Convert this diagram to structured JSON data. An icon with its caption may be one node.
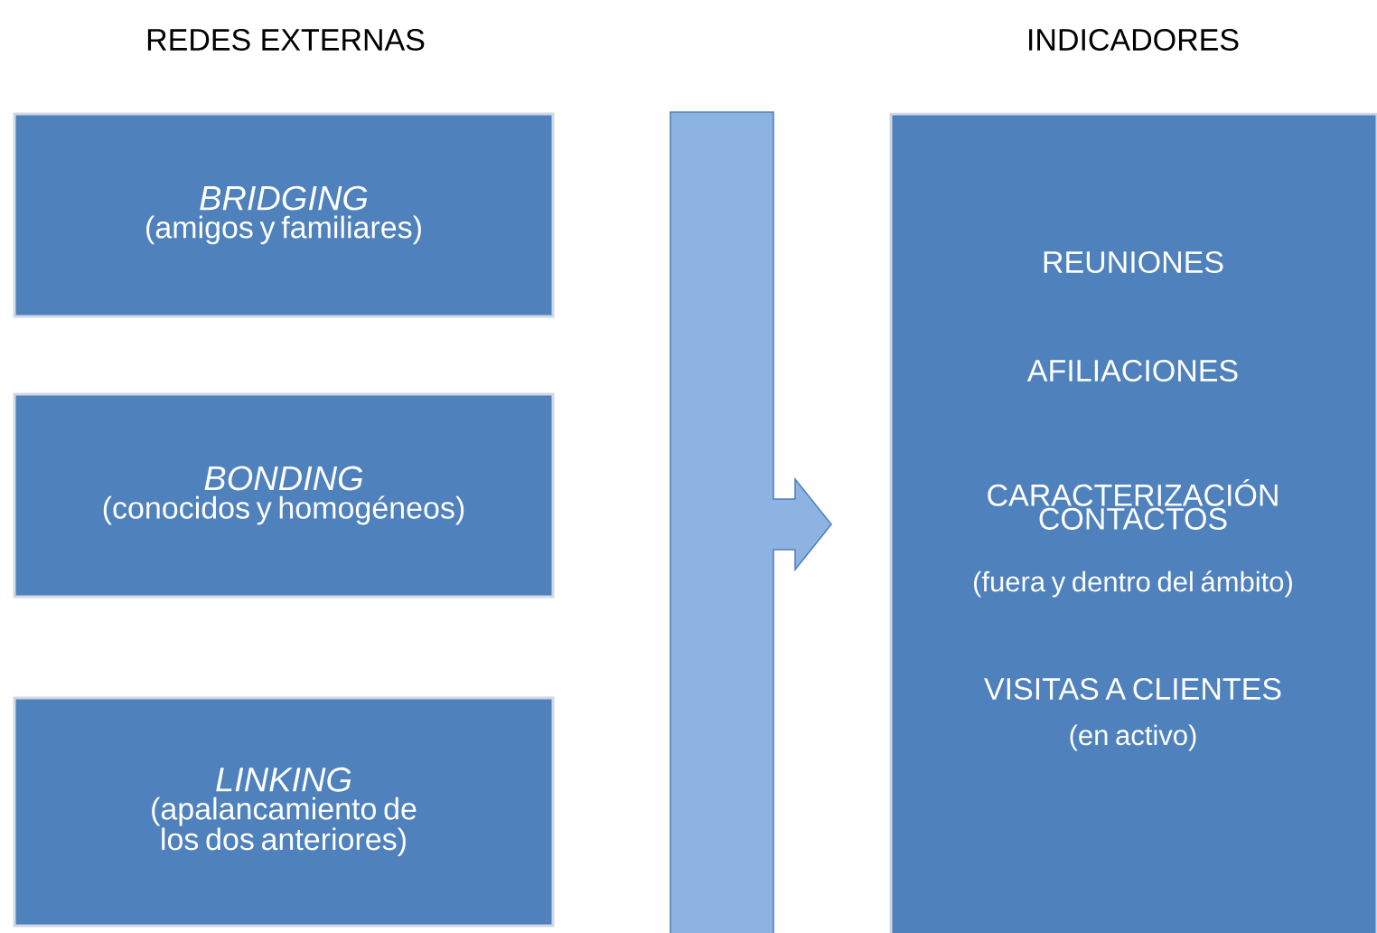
{
  "diagram": {
    "nodes": [
      {
        "text": [
          "BRIDGING",
          "(amigos y familiares)"
        ]
      },
      {
        "text": [
          "BONDING",
          "(conocidos y homogéneos)"
        ]
      },
      {
        "text": [
          "LINKING",
          "(apalancamiento de los dos anteriores)"
        ]
      },
      {
        "text": [],
        "shape": "arrow"
      },
      {
        "text": [
          "REUNIONES",
          "AFILIACIONES",
          "CARACTERIZACIÓN CONTACTOS",
          "(fuera y dentro del ámbito)",
          "VISITAS A CLIENTES",
          "(en activo)"
        ]
      }
    ],
    "labels": [
      "REDES EXTERNAS",
      "INDICADORES"
    ]
  }
}
